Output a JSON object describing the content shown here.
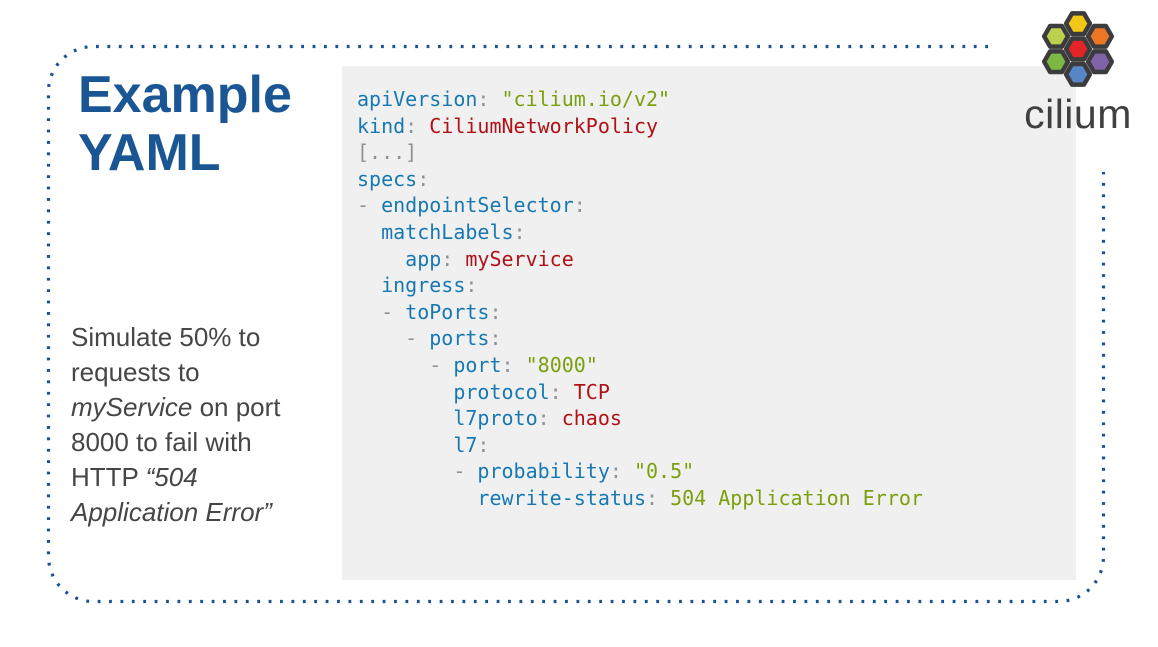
{
  "slide": {
    "title": {
      "line1": "Example",
      "line2": "YAML"
    },
    "description": {
      "lines": [
        [
          {
            "text": "Simulate 50% to"
          }
        ],
        [
          {
            "text": "requests to"
          }
        ],
        [
          {
            "text": "myService",
            "italic": true
          },
          {
            "text": " on port"
          }
        ],
        [
          {
            "text": "8000 to fail with"
          }
        ],
        [
          {
            "text": "HTTP "
          },
          {
            "text": "“504",
            "italic": true
          }
        ],
        [
          {
            "text": "Application Error”",
            "italic": true
          }
        ]
      ]
    }
  },
  "logo": {
    "wordmark": "cilium",
    "wordmark_color": "#404042",
    "hex_border_color": "#3c3c3e",
    "hexagons": [
      {
        "name": "top",
        "color": "#f3c716"
      },
      {
        "name": "upper-left",
        "color": "#bdd04e"
      },
      {
        "name": "upper-right",
        "color": "#ec7623"
      },
      {
        "name": "center",
        "color": "#e32426"
      },
      {
        "name": "lower-left",
        "color": "#7cb842"
      },
      {
        "name": "lower-right",
        "color": "#8062a9"
      },
      {
        "name": "bottom",
        "color": "#5786c6"
      }
    ]
  },
  "code_panel": {
    "background": "#f0f0f0",
    "token_colors": {
      "key": "#1879b2",
      "punctuation": "#8e9396",
      "string": "#7ba00e",
      "value": "#b01116",
      "plain": "#555555"
    },
    "lines": [
      [
        {
          "type": "key",
          "text": "apiVersion"
        },
        {
          "type": "punctuation",
          "text": ": "
        },
        {
          "type": "string",
          "text": "\"cilium.io/v2\""
        }
      ],
      [
        {
          "type": "key",
          "text": "kind"
        },
        {
          "type": "punctuation",
          "text": ": "
        },
        {
          "type": "value",
          "text": "CiliumNetworkPolicy"
        }
      ],
      [
        {
          "type": "punctuation",
          "text": "[...]"
        }
      ],
      [
        {
          "type": "key",
          "text": "specs"
        },
        {
          "type": "punctuation",
          "text": ":"
        }
      ],
      [
        {
          "type": "punctuation",
          "text": "- "
        },
        {
          "type": "key",
          "text": "endpointSelector"
        },
        {
          "type": "punctuation",
          "text": ":"
        }
      ],
      [
        {
          "type": "plain",
          "text": "  "
        },
        {
          "type": "key",
          "text": "matchLabels"
        },
        {
          "type": "punctuation",
          "text": ":"
        }
      ],
      [
        {
          "type": "plain",
          "text": "    "
        },
        {
          "type": "key",
          "text": "app"
        },
        {
          "type": "punctuation",
          "text": ": "
        },
        {
          "type": "value",
          "text": "myService"
        }
      ],
      [
        {
          "type": "plain",
          "text": "  "
        },
        {
          "type": "key",
          "text": "ingress"
        },
        {
          "type": "punctuation",
          "text": ":"
        }
      ],
      [
        {
          "type": "plain",
          "text": "  "
        },
        {
          "type": "punctuation",
          "text": "- "
        },
        {
          "type": "key",
          "text": "toPorts"
        },
        {
          "type": "punctuation",
          "text": ":"
        }
      ],
      [
        {
          "type": "plain",
          "text": "    "
        },
        {
          "type": "punctuation",
          "text": "- "
        },
        {
          "type": "key",
          "text": "ports"
        },
        {
          "type": "punctuation",
          "text": ":"
        }
      ],
      [
        {
          "type": "plain",
          "text": "      "
        },
        {
          "type": "punctuation",
          "text": "- "
        },
        {
          "type": "key",
          "text": "port"
        },
        {
          "type": "punctuation",
          "text": ": "
        },
        {
          "type": "string",
          "text": "\"8000\""
        }
      ],
      [
        {
          "type": "plain",
          "text": "        "
        },
        {
          "type": "key",
          "text": "protocol"
        },
        {
          "type": "punctuation",
          "text": ": "
        },
        {
          "type": "value",
          "text": "TCP"
        }
      ],
      [
        {
          "type": "plain",
          "text": "        "
        },
        {
          "type": "key",
          "text": "l7proto"
        },
        {
          "type": "punctuation",
          "text": ": "
        },
        {
          "type": "value",
          "text": "chaos"
        }
      ],
      [
        {
          "type": "plain",
          "text": "        "
        },
        {
          "type": "key",
          "text": "l7"
        },
        {
          "type": "punctuation",
          "text": ":"
        }
      ],
      [
        {
          "type": "plain",
          "text": "        "
        },
        {
          "type": "punctuation",
          "text": "- "
        },
        {
          "type": "key",
          "text": "probability"
        },
        {
          "type": "punctuation",
          "text": ": "
        },
        {
          "type": "string",
          "text": "\"0.5\""
        }
      ],
      [
        {
          "type": "plain",
          "text": "          "
        },
        {
          "type": "key",
          "text": "rewrite-status"
        },
        {
          "type": "punctuation",
          "text": ": "
        },
        {
          "type": "string",
          "text": "504 Application Error"
        }
      ]
    ]
  },
  "theme": {
    "background": "#ffffff",
    "title_color": "#1a5694",
    "body_text_color": "#464649",
    "border_color": "#1d4f91"
  }
}
